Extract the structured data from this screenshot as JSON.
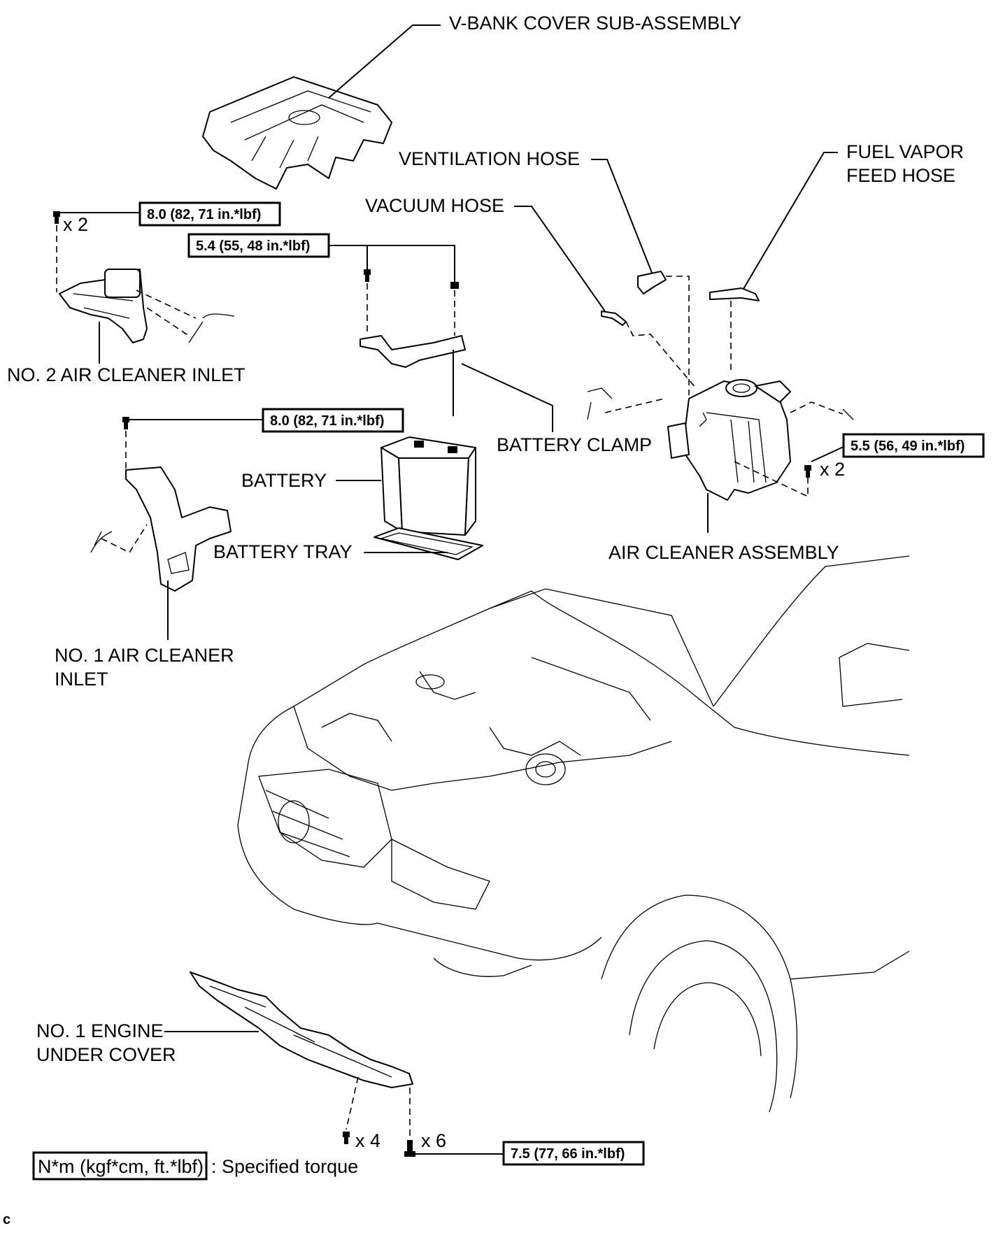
{
  "labels": {
    "v_bank_cover": "V-BANK COVER SUB-ASSEMBLY",
    "ventilation_hose": "VENTILATION HOSE",
    "fuel_vapor_1": "FUEL VAPOR",
    "fuel_vapor_2": "FEED HOSE",
    "vacuum_hose": "VACUUM HOSE",
    "no2_inlet": "NO. 2 AIR CLEANER INLET",
    "battery_clamp": "BATTERY CLAMP",
    "battery": "BATTERY",
    "battery_tray": "BATTERY TRAY",
    "air_cleaner": "AIR CLEANER ASSEMBLY",
    "no1_inlet_1": "NO. 1 AIR CLEANER",
    "no1_inlet_2": "INLET",
    "under_cover_1": "NO. 1 ENGINE",
    "under_cover_2": "UNDER COVER"
  },
  "torques": {
    "t1": "8.0 (82, 71 in.*lbf)",
    "t2": "5.4 (55, 48 in.*lbf)",
    "t3": "8.0 (82, 71 in.*lbf)",
    "t4": "5.5 (56, 49 in.*lbf)",
    "t5": "7.5 (77, 66 in.*lbf)"
  },
  "quantities": {
    "q1": "x 2",
    "q2": "x 2",
    "q3": "x 4",
    "q4": "x 6"
  },
  "legend": {
    "unit": "N*m (kgf*cm, ft.*lbf)",
    "text": ": Specified torque"
  },
  "corner_mark": "c"
}
